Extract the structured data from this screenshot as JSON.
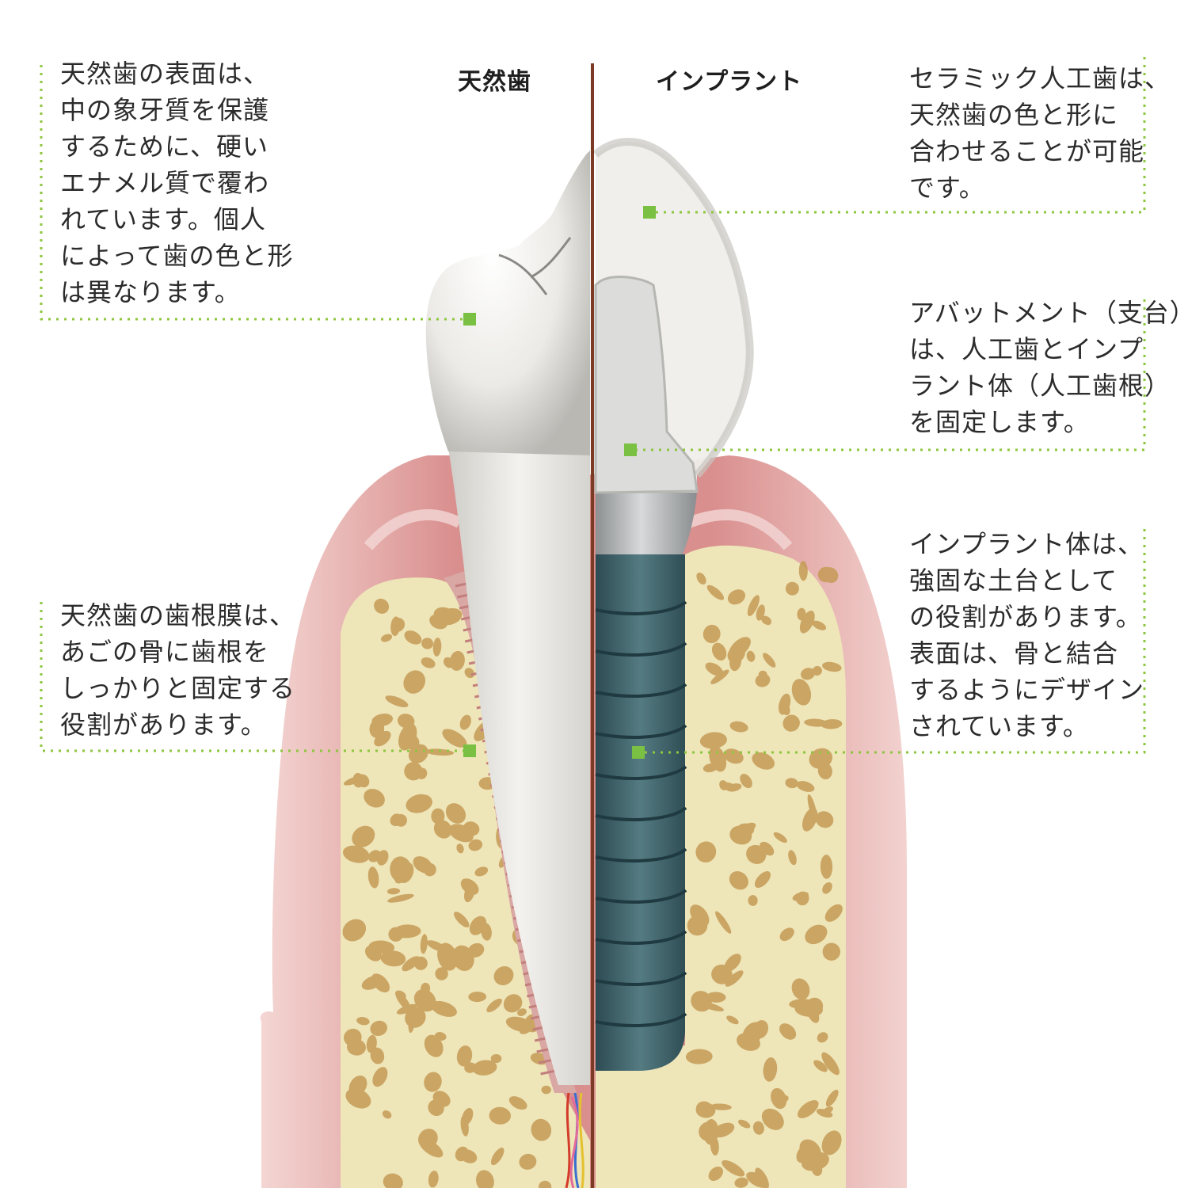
{
  "colors": {
    "leader": "#8dc63f",
    "marker": "#7ac143",
    "gum": "#d98f8e",
    "bone": "#eee5b8",
    "bone_pore": "#c49a55",
    "tooth": "#e9e8e4",
    "implant": "#40636a",
    "abutment": "#aeb1b3",
    "divider": "#7a3a24"
  },
  "headings": {
    "natural": "天然歯",
    "implant": "インプラント"
  },
  "annotations": {
    "natural_enamel": "天然歯の表面は、\n中の象牙質を保護\nするために、硬い\nエナメル質で覆わ\nれています。個人\nによって歯の色と形\nは異なります。",
    "natural_ligament": "天然歯の歯根膜は、\nあごの骨に歯根を\nしっかりと固定する\n役割があります。",
    "ceramic_crown": "セラミック人工歯は、\n天然歯の色と形に\n合わせることが可能\nです。",
    "abutment": "アバットメント（支台）\nは、人工歯とインプ\nラント体（人工歯根）\nを固定します。",
    "implant_body": "インプラント体は、\n強固な土台として\nの役割があります。\n表面は、骨と結合\nするようにデザイン\nされています。"
  }
}
